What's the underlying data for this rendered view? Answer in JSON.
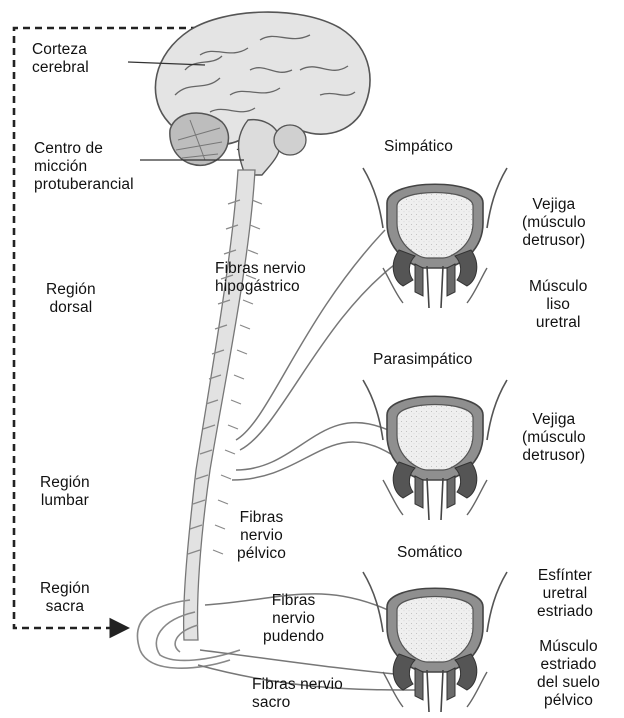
{
  "labels": {
    "corteza": "Corteza\ncerebral",
    "centro": "Centro de\nmicción\nprotuberancial",
    "dorsal": "Región\ndorsal",
    "lumbar": "Región\nlumbar",
    "sacra": "Región\nsacra",
    "hipogastrico": "Fibras nervio\nhipogástrico",
    "pelvico": "Fibras\nnervio\npélvico",
    "pudendo": "Fibras\nnervio\npudendo",
    "sacro": "Fibras nervio\nsacro",
    "simpatico": "Simpático",
    "parasimpatico": "Parasimpático",
    "somatico": "Somático",
    "vejiga1": "Vejiga\n(músculo\ndetrusor)",
    "liso": "Músculo\nliso\nuretral",
    "vejiga2": "Vejiga\n(músculo\ndetrusor)",
    "esfinter": "Esfínter\nuretral\nestriado",
    "suelo": "Músculo\nestriado\ndel suelo\npélvico"
  },
  "colors": {
    "line": "#3a3a3a",
    "bladder_wall": "#8f8f8f",
    "bladder_fill": "#ececec",
    "muscle_dark": "#555555",
    "cord": "#d6d6d6",
    "brain": "#cfcfcf"
  }
}
